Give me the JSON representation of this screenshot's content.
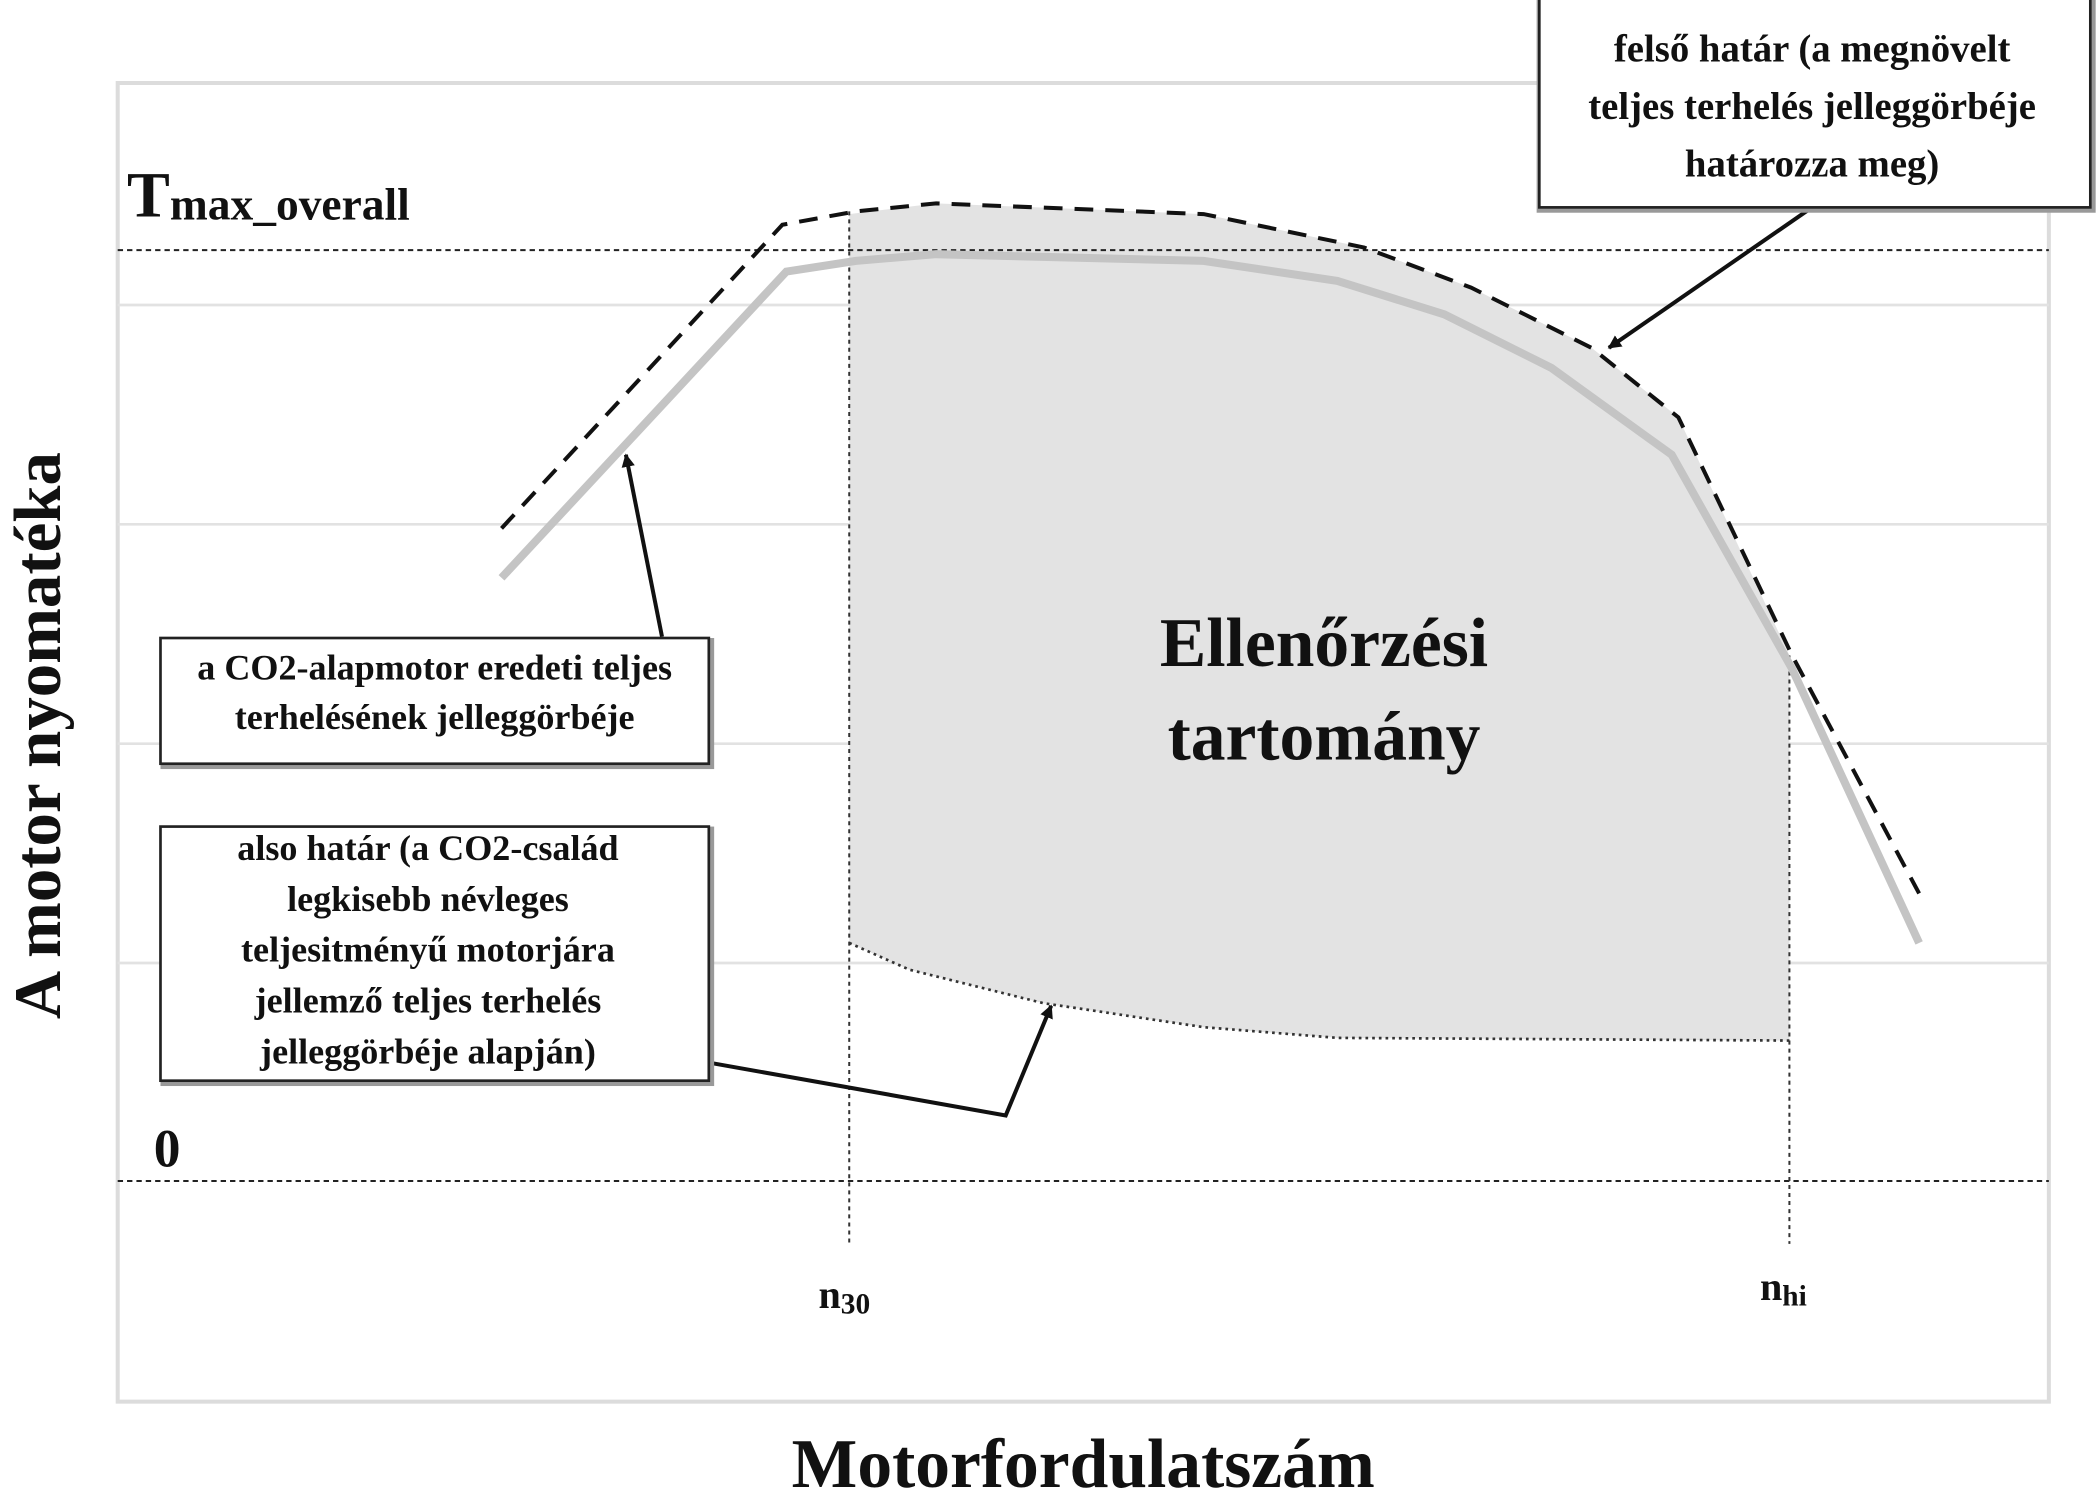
{
  "y_axis_label": "A motor nyomatéka",
  "x_axis_label": "Motorfordulatszám",
  "tmax_label": {
    "main": "T",
    "sub": "max_overall"
  },
  "zero_label": "0",
  "n30_label": {
    "main": "n",
    "sub": "30"
  },
  "nhi_label": {
    "main": "n",
    "sub": "hi"
  },
  "region_label": [
    "Ellenőrzési",
    "tartomány"
  ],
  "callouts": {
    "base_curve": [
      "a CO2-alapmotor eredeti teljes",
      "terhelésének jelleggörbéje"
    ],
    "lower_limit": [
      "also határ (a CO2-család",
      "legkisebb névleges",
      "teljesitményű motorjára",
      "jellemző teljes terhelés",
      "jelleggörbéje alapján)"
    ],
    "upper_limit": [
      "felső határ (a megnövelt",
      "teljes terhelés jelleggörbéje",
      "határozza meg)"
    ]
  },
  "colors": {
    "region": "#e3e3e3",
    "base_curve": "#c4c4c4",
    "grid": "#e2e2e2",
    "line": "#111111"
  }
}
